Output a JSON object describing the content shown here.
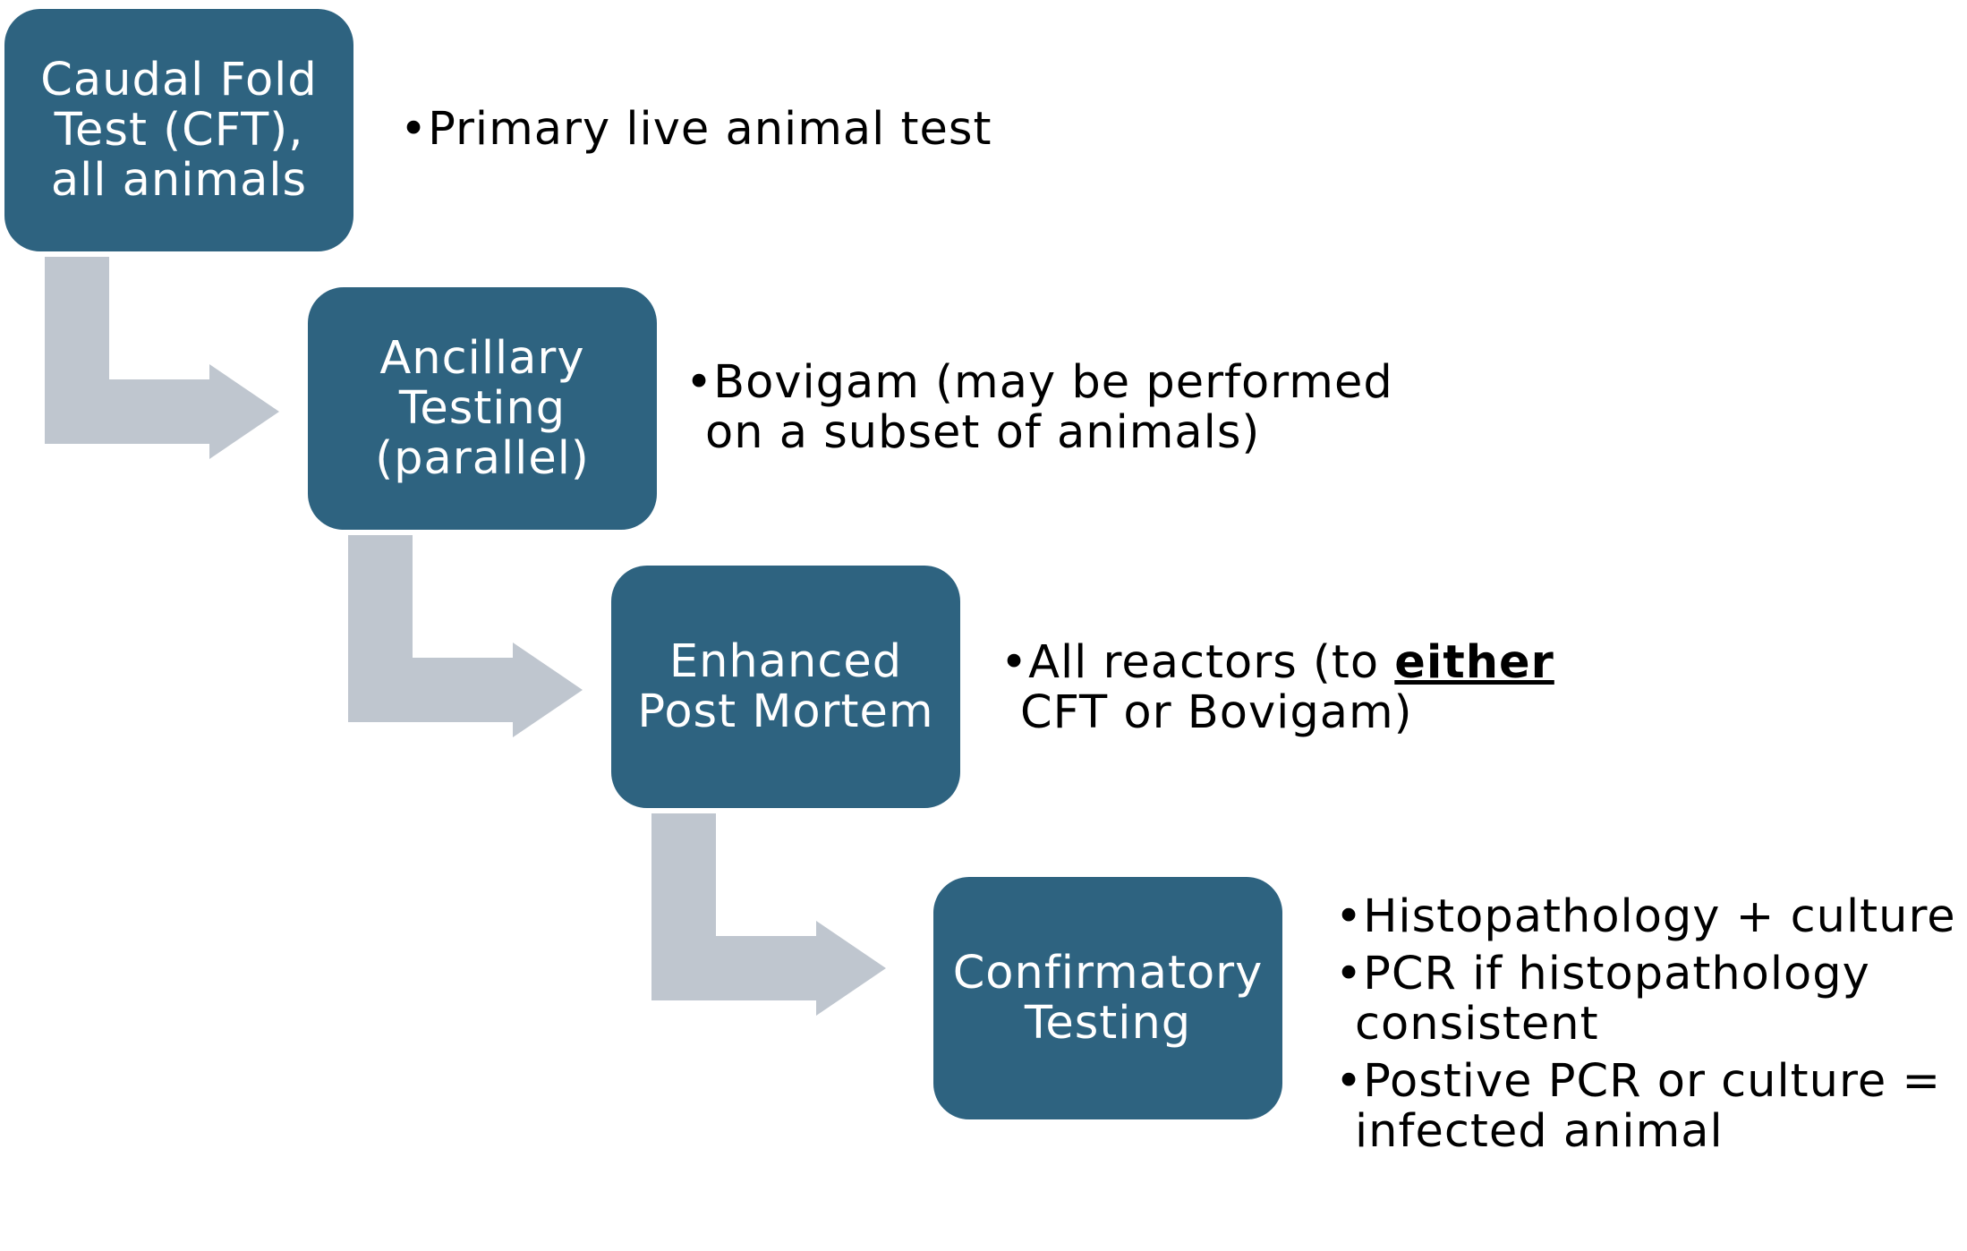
{
  "colors": {
    "box_fill": "#2e6380",
    "box_text": "#ffffff",
    "arrow_fill": "#bfc6cf",
    "text": "#000000"
  },
  "steps": [
    {
      "box_lines": [
        "Caudal Fold",
        "Test (CFT),",
        "all animals"
      ],
      "bullets": [
        {
          "lines": [
            "•Primary live animal test"
          ]
        }
      ]
    },
    {
      "box_lines": [
        "Ancillary",
        "Testing",
        "(parallel)"
      ],
      "bullets": [
        {
          "lines": [
            "•Bovigam (may be performed",
            "on a subset of animals)"
          ]
        }
      ]
    },
    {
      "box_lines": [
        "Enhanced",
        "Post Mortem"
      ],
      "bullets": [
        {
          "prefix": "•All reactors (to ",
          "emphasis": "either",
          "lines_after": [
            "CFT or Bovigam)"
          ]
        }
      ]
    },
    {
      "box_lines": [
        "Confirmatory",
        "Testing"
      ],
      "bullets": [
        {
          "lines": [
            "•Histopathology + culture"
          ]
        },
        {
          "lines": [
            "•PCR if histopathology",
            "consistent"
          ]
        },
        {
          "lines": [
            "•Postive PCR or culture =",
            "infected animal"
          ]
        }
      ]
    }
  ]
}
